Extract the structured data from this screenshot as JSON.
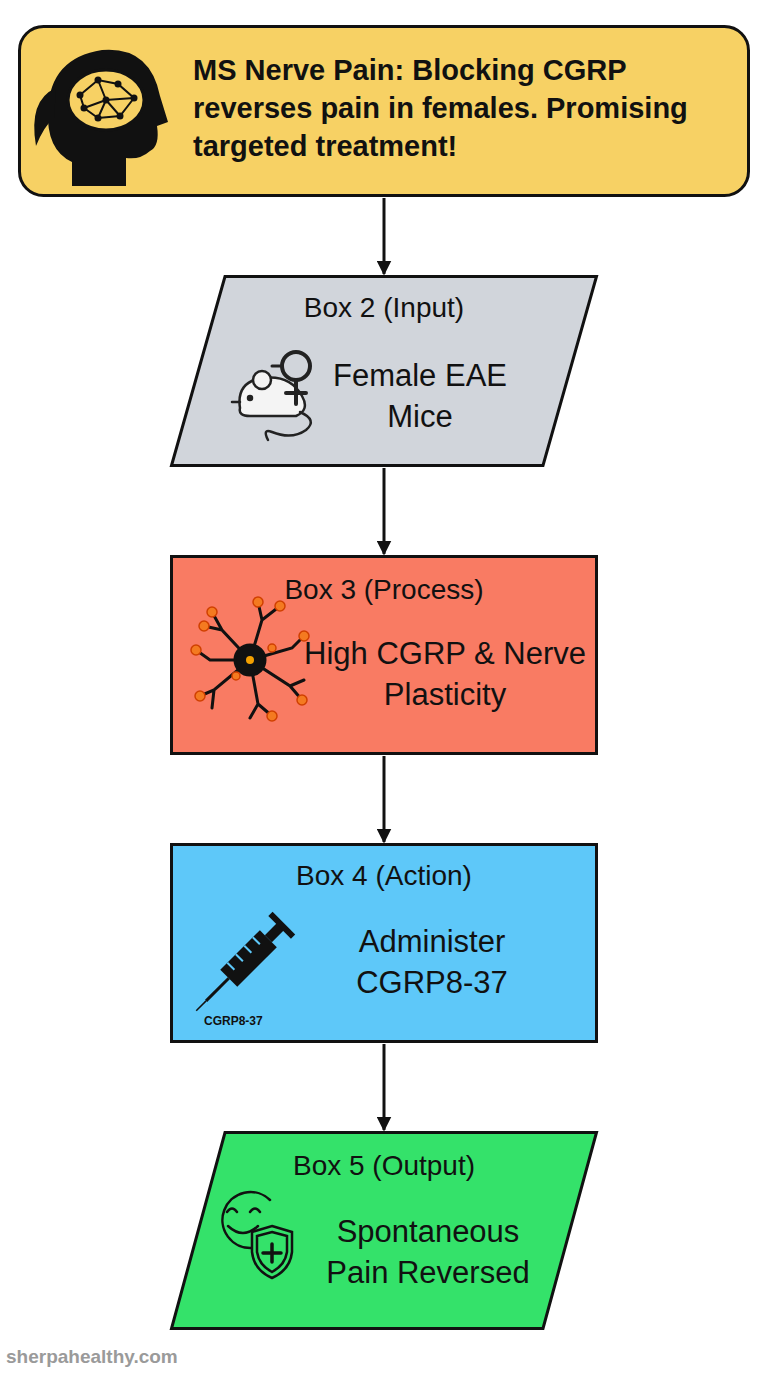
{
  "diagram": {
    "nodes": [
      {
        "text": [
          "MS Nerve Pain: Blocking CGRP reverses pain in females. Promising targeted treatment!"
        ]
      },
      {
        "text": [
          "Box 2 (Input)",
          "Female EAE Mice"
        ]
      },
      {
        "text": [
          "Box 3 (Process)",
          "High CGRP & Nerve Plasticity"
        ]
      },
      {
        "text": [
          "Box 4 (Action)",
          "Administer CGRP8-37"
        ]
      },
      {
        "text": [
          "Box 5 (Output)",
          "Spontaneous Pain Reversed"
        ]
      }
    ],
    "edges": [
      {
        "from": 0,
        "to": 1,
        "arrow": "to"
      },
      {
        "from": 1,
        "to": 2,
        "arrow": "to"
      },
      {
        "from": 2,
        "to": 3,
        "arrow": "to"
      },
      {
        "from": 3,
        "to": 4,
        "arrow": "to"
      }
    ],
    "labels": [
      "CGRP8-37",
      "sherpahealthy.com"
    ]
  }
}
